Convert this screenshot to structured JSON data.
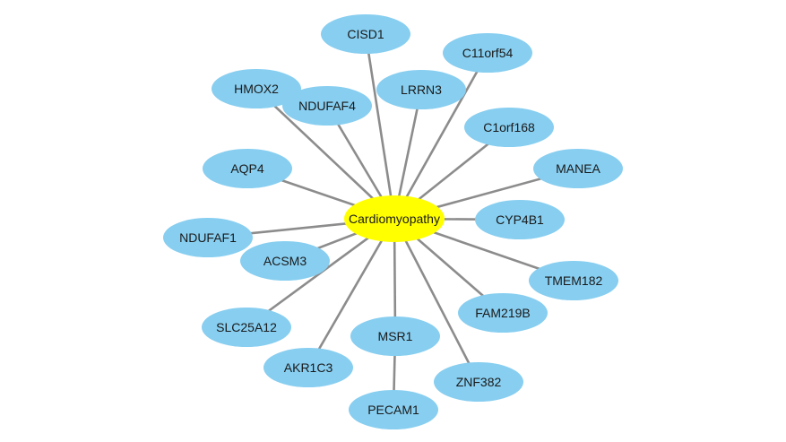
{
  "colors": {
    "edge": "#8c8c8c",
    "gene_node": "#87cef0",
    "hub_node": "#ffff00",
    "label": "#1a1a1a"
  },
  "network": {
    "hub": {
      "id": "hub",
      "label": "Cardiomyopathy"
    },
    "genes": [
      {
        "id": "cisd1",
        "label": "CISD1"
      },
      {
        "id": "c11orf54",
        "label": "C11orf54"
      },
      {
        "id": "hmox2",
        "label": "HMOX2"
      },
      {
        "id": "ndufaf4",
        "label": "NDUFAF4"
      },
      {
        "id": "lrrn3",
        "label": "LRRN3"
      },
      {
        "id": "c1orf168",
        "label": "C1orf168"
      },
      {
        "id": "aqp4",
        "label": "AQP4"
      },
      {
        "id": "manea",
        "label": "MANEA"
      },
      {
        "id": "cyp4b1",
        "label": "CYP4B1"
      },
      {
        "id": "ndufaf1",
        "label": "NDUFAF1"
      },
      {
        "id": "acsm3",
        "label": "ACSM3"
      },
      {
        "id": "tmem182",
        "label": "TMEM182"
      },
      {
        "id": "fam219b",
        "label": "FAM219B"
      },
      {
        "id": "slc25a12",
        "label": "SLC25A12"
      },
      {
        "id": "msr1",
        "label": "MSR1"
      },
      {
        "id": "akr1c3",
        "label": "AKR1C3"
      },
      {
        "id": "znf382",
        "label": "ZNF382"
      },
      {
        "id": "pecam1",
        "label": "PECAM1"
      }
    ],
    "edges": [
      [
        "hub",
        "cisd1"
      ],
      [
        "hub",
        "c11orf54"
      ],
      [
        "hub",
        "hmox2"
      ],
      [
        "hub",
        "ndufaf4"
      ],
      [
        "hub",
        "lrrn3"
      ],
      [
        "hub",
        "c1orf168"
      ],
      [
        "hub",
        "aqp4"
      ],
      [
        "hub",
        "manea"
      ],
      [
        "hub",
        "cyp4b1"
      ],
      [
        "hub",
        "ndufaf1"
      ],
      [
        "hub",
        "acsm3"
      ],
      [
        "hub",
        "tmem182"
      ],
      [
        "hub",
        "fam219b"
      ],
      [
        "hub",
        "slc25a12"
      ],
      [
        "hub",
        "msr1"
      ],
      [
        "hub",
        "akr1c3"
      ],
      [
        "hub",
        "znf382"
      ],
      [
        "msr1",
        "pecam1"
      ]
    ]
  }
}
